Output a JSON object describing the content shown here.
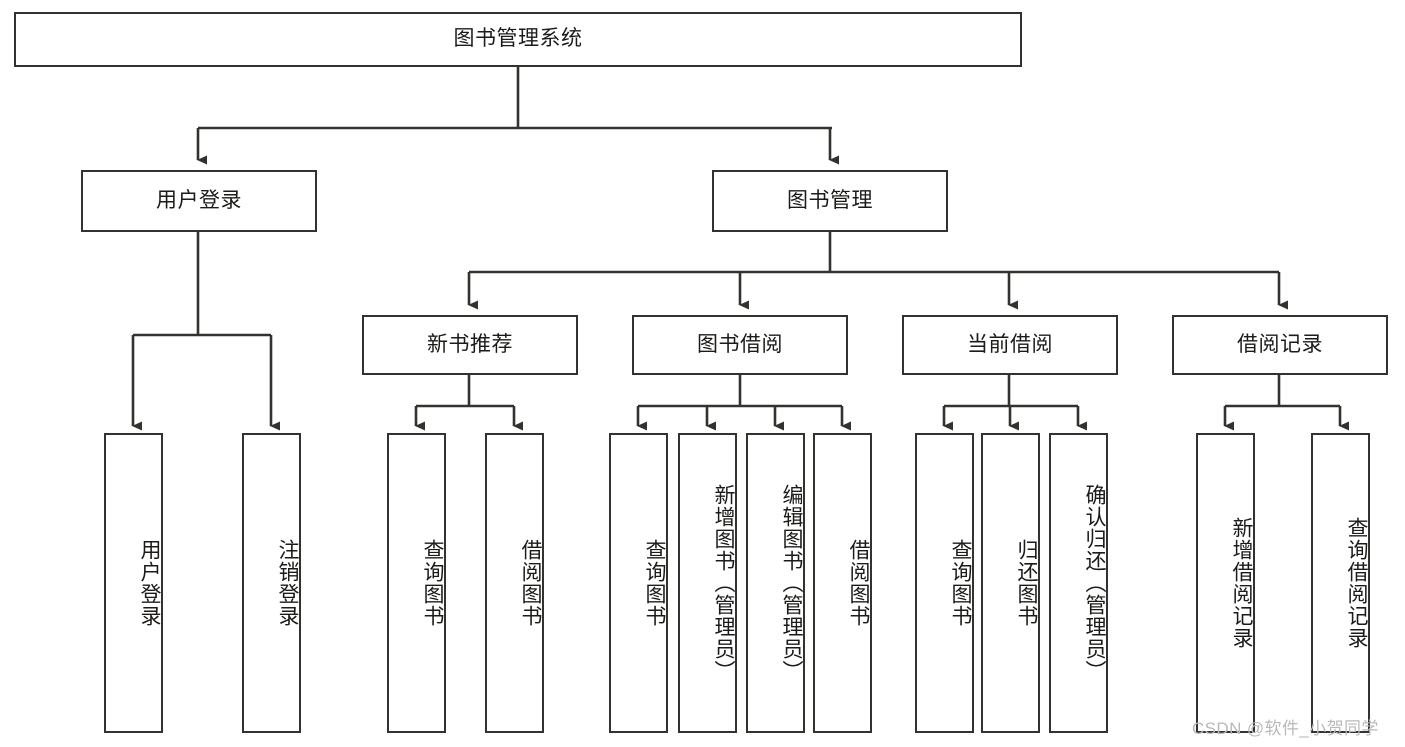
{
  "diagram": {
    "title": "图书管理系统",
    "type": "tree",
    "stroke_color": "#33322f",
    "text_color": "#1c1b19",
    "background": "#ffffff",
    "watermark": "CSDN @软件_小贺同学",
    "nodes": {
      "root": "图书管理系统",
      "level2": {
        "user_login": "用户登录",
        "book_manage": "图书管理"
      },
      "level3": {
        "new_book_recommend": "新书推荐",
        "book_borrow": "图书借阅",
        "current_borrow": "当前借阅",
        "borrow_record": "借阅记录"
      },
      "leaves": {
        "user_login": [
          "用户登录",
          "注销登录"
        ],
        "new_book_recommend": [
          "查询图书",
          "借阅图书"
        ],
        "book_borrow": [
          "查询图书",
          "新增图书（管理员）",
          "编辑图书（管理员）",
          "借阅图书"
        ],
        "current_borrow": [
          "查询图书",
          "归还图书",
          "确认归还（管理员）"
        ],
        "borrow_record": [
          "新增借阅记录",
          "查询借阅记录"
        ]
      }
    }
  }
}
